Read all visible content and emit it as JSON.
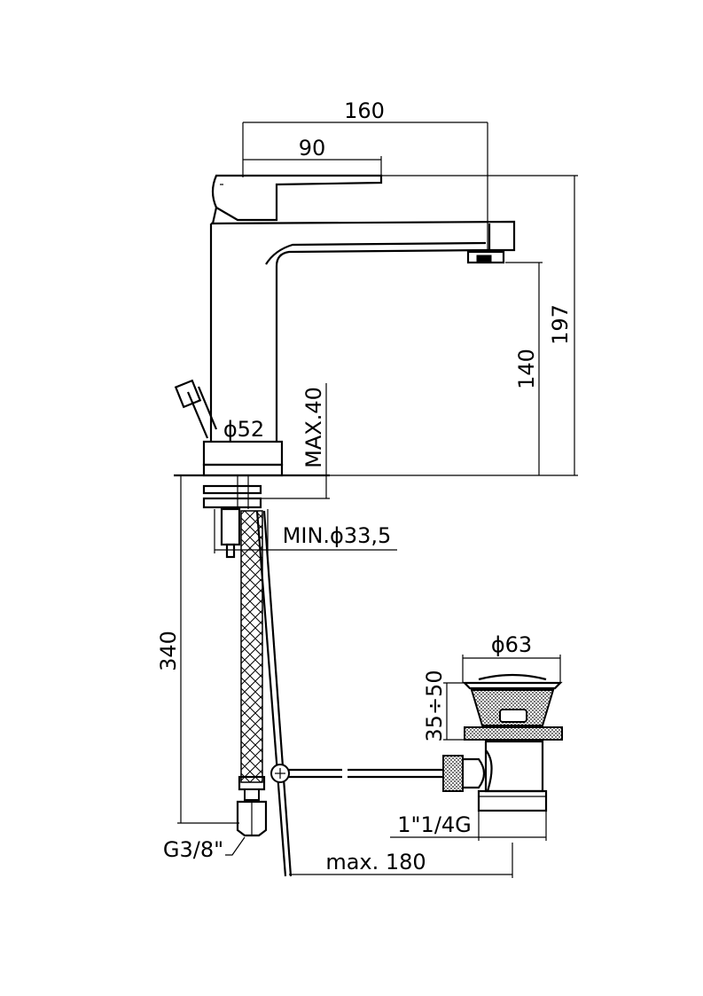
{
  "drawing": {
    "colors": {
      "line": "#000000",
      "background": "#ffffff",
      "hatch": "#808080"
    },
    "dimensions": {
      "width_total": "160",
      "lever_length": "90",
      "height_total": "197",
      "spout_height": "140",
      "base_diameter": "ϕ52",
      "max_thickness": "MAX.40",
      "min_hole": "MIN.ϕ33,5",
      "hose_length": "340",
      "hose_thread": "G3/8\"",
      "drain_diameter": "ϕ63",
      "drain_range": "35÷50",
      "drain_thread": "1\"1/4G",
      "rod_max": "max. 180"
    }
  }
}
